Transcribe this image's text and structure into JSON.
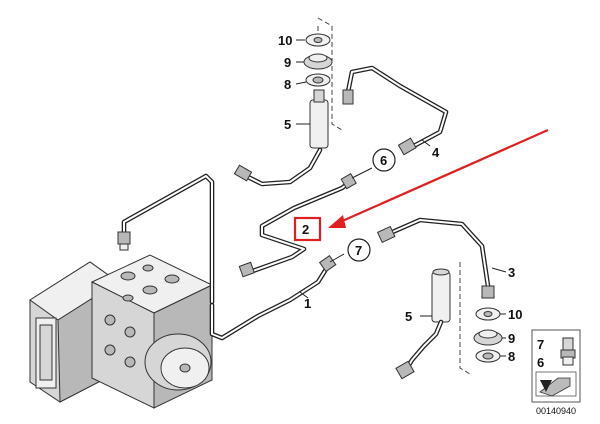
{
  "diagram": {
    "callouts": {
      "c1": "1",
      "c2": "2",
      "c3": "3",
      "c4": "4",
      "c5a": "5",
      "c5b": "5",
      "c6": "6",
      "c7": "7",
      "c8a": "8",
      "c8b": "8",
      "c9a": "9",
      "c9b": "9",
      "c10a": "10",
      "c10b": "10"
    },
    "legend": {
      "top": "7",
      "bottom": "6"
    },
    "image_code": "00140940",
    "highlight_color": "#e02020"
  }
}
